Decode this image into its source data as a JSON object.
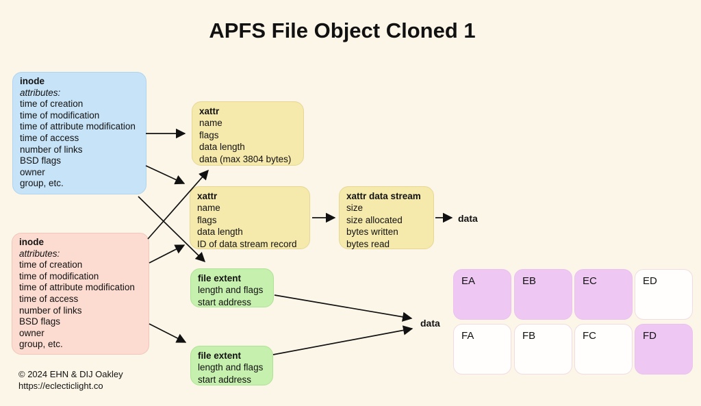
{
  "title": "APFS File Object Cloned 1",
  "colors": {
    "background": "#fcf6e8",
    "inode_blue": "#c7e3f7",
    "inode_pink": "#fcdbd0",
    "xattr_yellow": "#f5e9ac",
    "extent_green": "#c6f0ad",
    "block_purple": "#eec8f3",
    "block_white": "#fffefc",
    "arrow": "#111111"
  },
  "boxes": {
    "inode_blue": {
      "header": "inode",
      "subheader": "attributes:",
      "lines": [
        "time of creation",
        "time of modification",
        "time of attribute modification",
        "time of access",
        "number of links",
        "BSD flags",
        "owner",
        "group, etc."
      ]
    },
    "inode_pink": {
      "header": "inode",
      "subheader": "attributes:",
      "lines": [
        "time of creation",
        "time of modification",
        "time of attribute modification",
        "time of access",
        "number of links",
        "BSD flags",
        "owner",
        "group, etc."
      ]
    },
    "xattr_inline": {
      "header": "xattr",
      "lines": [
        "name",
        "flags",
        "data length",
        "data (max 3804 bytes)"
      ]
    },
    "xattr_ref": {
      "header": "xattr",
      "lines": [
        "name",
        "flags",
        "data length",
        "ID of data stream record"
      ]
    },
    "xattr_data_stream": {
      "header": "xattr data stream",
      "lines": [
        "size",
        "size allocated",
        "bytes written",
        "bytes read"
      ]
    },
    "file_extent_1": {
      "header": "file extent",
      "lines": [
        "length and flags",
        "start address"
      ]
    },
    "file_extent_2": {
      "header": "file extent",
      "lines": [
        "length and flags",
        "start address"
      ]
    }
  },
  "labels": {
    "stream_data_out": "data",
    "extents_data_out": "data"
  },
  "data_blocks": {
    "cells": [
      {
        "label": "EA",
        "filled": true
      },
      {
        "label": "EB",
        "filled": true
      },
      {
        "label": "EC",
        "filled": true
      },
      {
        "label": "ED",
        "filled": false
      },
      {
        "label": "FA",
        "filled": false
      },
      {
        "label": "FB",
        "filled": false
      },
      {
        "label": "FC",
        "filled": false
      },
      {
        "label": "FD",
        "filled": true
      }
    ]
  },
  "footer": {
    "line1": "© 2024 EHN & DIJ Oakley",
    "line2": "https://eclecticlight.co"
  }
}
